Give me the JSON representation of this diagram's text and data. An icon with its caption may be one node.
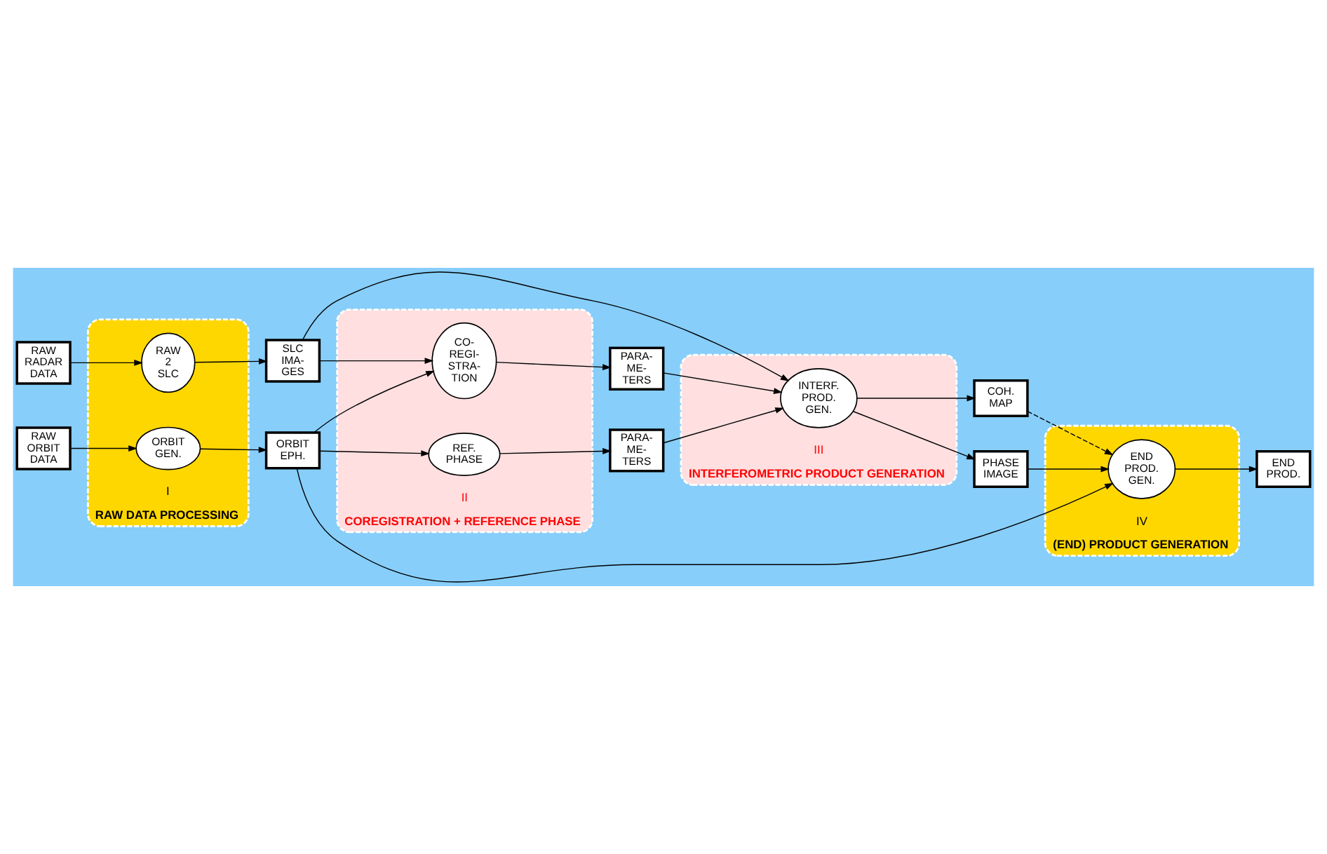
{
  "diagram": {
    "nodes": [
      {
        "text": [
          "I",
          "RAW DATA PROCESSING"
        ]
      },
      {
        "text": [
          "II",
          "COREGISTRATION + REFERENCE PHASE"
        ]
      },
      {
        "text": [
          "III",
          "INTERFEROMETRIC PRODUCT GENERATION"
        ]
      },
      {
        "text": [
          "IV",
          "(END) PRODUCT GENERATION"
        ]
      },
      {
        "text": [
          "RAW RADAR DATA"
        ]
      },
      {
        "text": [
          "RAW 2 SLC"
        ],
        "in": 0
      },
      {
        "text": [
          "SLC IMA- GES"
        ]
      },
      {
        "text": [
          "CO- REGI- STRA- TION"
        ],
        "in": 1
      },
      {
        "text": [
          "PARA- ME- TERS"
        ]
      },
      {
        "text": [
          "INTERF. PROD. GEN."
        ],
        "in": 2
      },
      {
        "text": [
          "COH. MAP"
        ]
      },
      {
        "text": [
          "END PROD. GEN."
        ],
        "in": 3
      },
      {
        "text": [
          "END PROD."
        ]
      },
      {
        "text": [
          "PHASE IMAGE"
        ]
      },
      {
        "text": [
          "RAW ORBIT DATA"
        ]
      },
      {
        "text": [
          "ORBIT GEN."
        ],
        "in": 0
      },
      {
        "text": [
          "ORBIT EPH."
        ]
      },
      {
        "text": [
          "REF. PHASE"
        ],
        "in": 1
      },
      {
        "text": [
          "PARA- ME- TERS"
        ]
      }
    ],
    "edges": [
      {
        "from": 4,
        "to": 5,
        "arrow": "to"
      },
      {
        "from": 5,
        "to": 6,
        "arrow": "to"
      },
      {
        "from": 6,
        "to": 7,
        "arrow": "to"
      },
      {
        "from": 7,
        "to": 8,
        "arrow": "to"
      },
      {
        "from": 8,
        "to": 9,
        "arrow": "to"
      },
      {
        "from": 6,
        "to": 9,
        "arrow": "to"
      },
      {
        "from": 16,
        "to": 7,
        "arrow": "to"
      },
      {
        "from": 9,
        "to": 10,
        "arrow": "to"
      },
      {
        "from": 9,
        "to": 13,
        "arrow": "to"
      },
      {
        "from": 10,
        "to": 11,
        "arrow": "to",
        "style": "dashed"
      },
      {
        "from": 13,
        "to": 11,
        "arrow": "to"
      },
      {
        "from": 11,
        "to": 12,
        "arrow": "to"
      },
      {
        "from": 14,
        "to": 15,
        "arrow": "to"
      },
      {
        "from": 15,
        "to": 16,
        "arrow": "to"
      },
      {
        "from": 16,
        "to": 17,
        "arrow": "to"
      },
      {
        "from": 17,
        "to": 18,
        "arrow": "to"
      },
      {
        "from": 18,
        "to": 9,
        "arrow": "to"
      },
      {
        "from": 16,
        "to": 11,
        "arrow": "to"
      }
    ]
  }
}
